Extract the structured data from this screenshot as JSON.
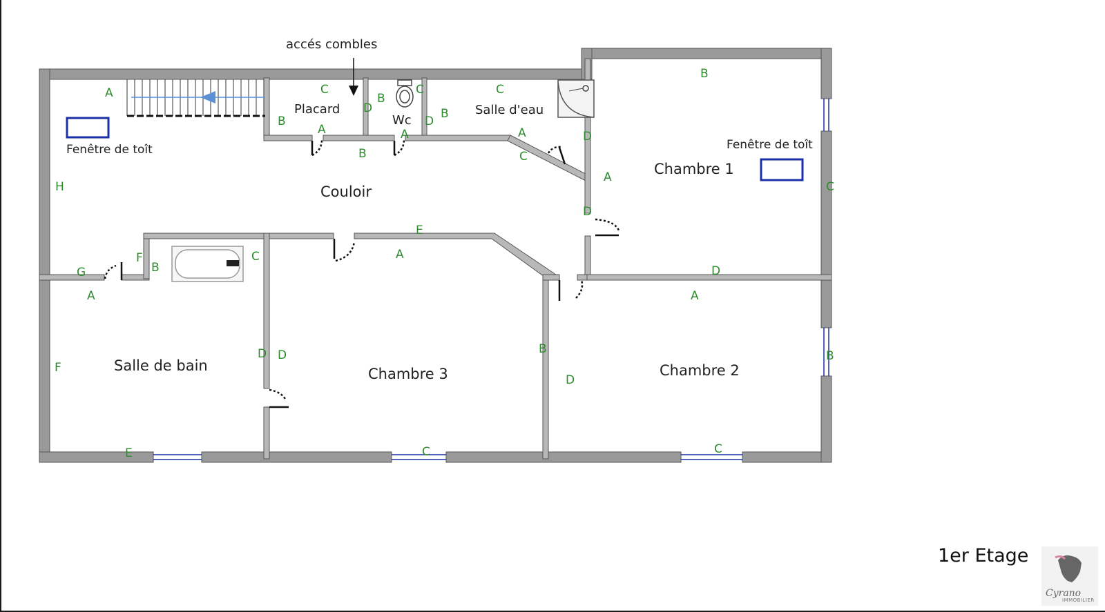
{
  "annotation": "accés combles",
  "rooms": {
    "couloir": "Couloir",
    "placard": "Placard",
    "wc": "Wc",
    "salle_eau": "Salle d'eau",
    "chambre1": "Chambre 1",
    "chambre2": "Chambre 2",
    "chambre3": "Chambre 3",
    "salle_bain": "Salle de bain"
  },
  "skylights": {
    "left": "Fenêtre de toît",
    "right": "Fenêtre de toît"
  },
  "wall_labels": {
    "couloir_a": "A",
    "couloir_h": "H",
    "couloir_g": "G",
    "couloir_f": "F",
    "couloir_b": "B",
    "couloir_e": "E",
    "couloir_c": "C",
    "couloir_d": "D",
    "couloir_a2": "A",
    "placard_c": "C",
    "placard_b": "B",
    "placard_d": "D",
    "placard_a": "A",
    "wc_b": "B",
    "wc_c": "C",
    "wc_d": "D",
    "wc_a": "A",
    "eau_c": "C",
    "eau_b": "B",
    "eau_d": "D",
    "eau_a": "A",
    "ch1_b": "B",
    "ch1_a": "A",
    "ch1_c": "C",
    "ch1_d": "D",
    "sdb_a": "A",
    "sdb_b": "B",
    "sdb_c": "C",
    "sdb_d": "D",
    "sdb_e": "E",
    "sdb_f": "F",
    "ch3_a": "A",
    "ch3_b": "B",
    "ch3_c": "C",
    "ch3_d": "D",
    "ch2_a": "A",
    "ch2_b": "B",
    "ch2_c": "C",
    "ch2_d": "D"
  },
  "floor_label": "1er Etage",
  "logo": {
    "name": "Cyrano",
    "sub": "IMMOBILIER"
  },
  "colors": {
    "wall": "#9a9a9a",
    "wall_outline": "#555555",
    "label": "#2e8b2e",
    "window": "#1a2fa8",
    "arrow": "#5b8fd6"
  }
}
